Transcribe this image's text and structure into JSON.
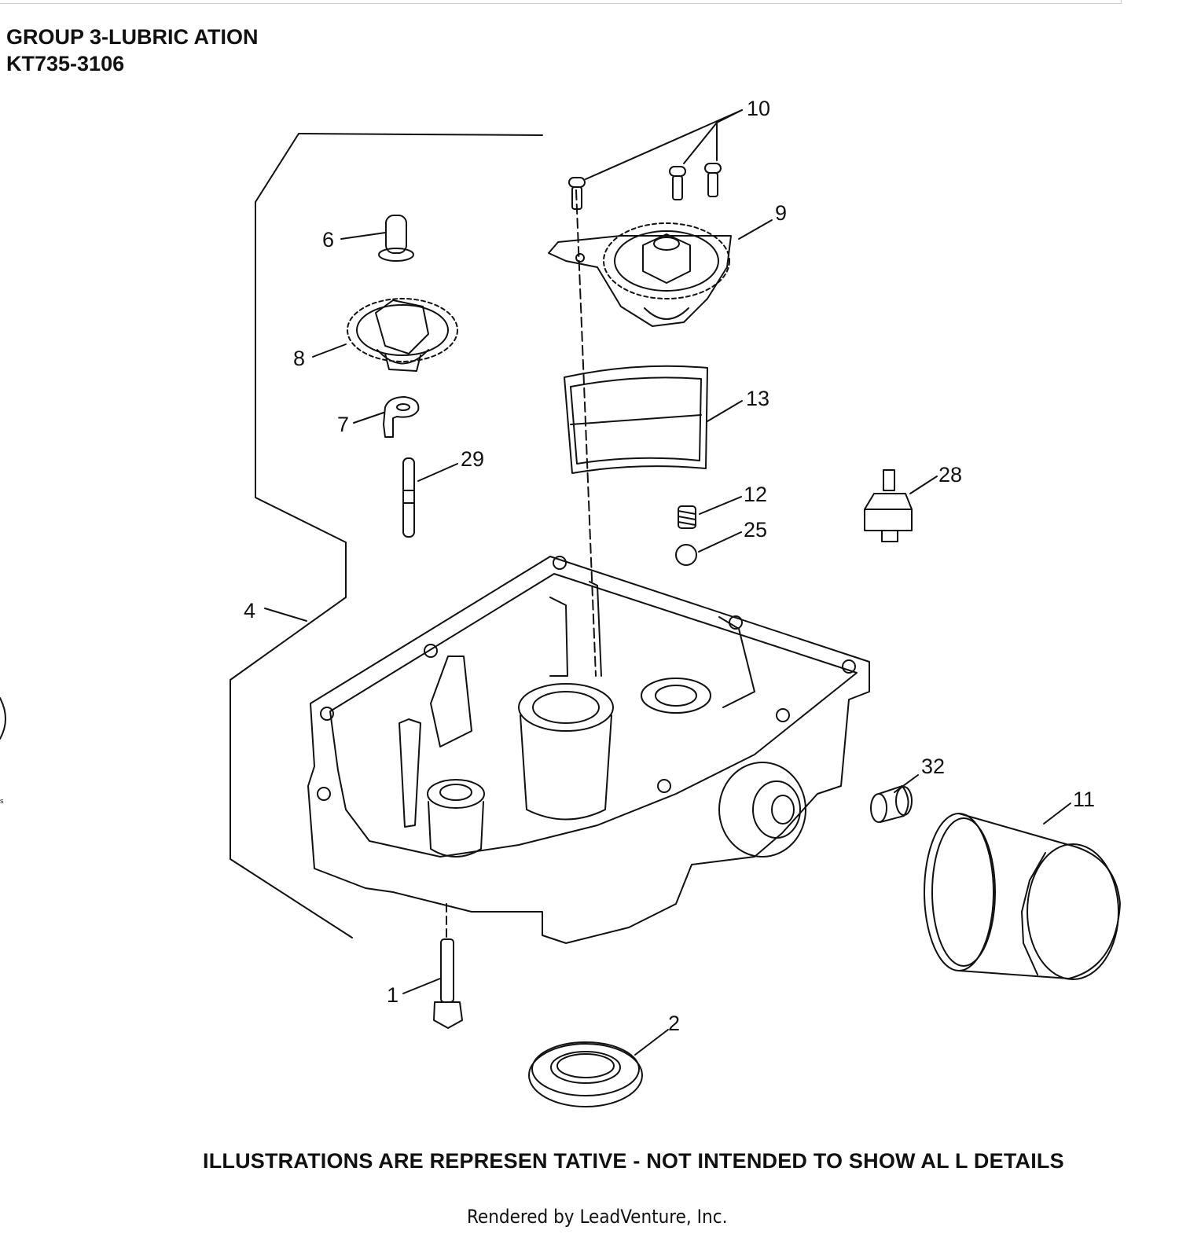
{
  "header": {
    "line1": "GROUP 3-LUBRIC ATION",
    "line2": "KT735-3106"
  },
  "callouts": [
    {
      "id": "10",
      "label": "10"
    },
    {
      "id": "9",
      "label": "9"
    },
    {
      "id": "6",
      "label": "6"
    },
    {
      "id": "8",
      "label": "8"
    },
    {
      "id": "13",
      "label": "13"
    },
    {
      "id": "7",
      "label": "7"
    },
    {
      "id": "29",
      "label": "29"
    },
    {
      "id": "28",
      "label": "28"
    },
    {
      "id": "12",
      "label": "12"
    },
    {
      "id": "25",
      "label": "25"
    },
    {
      "id": "4",
      "label": "4"
    },
    {
      "id": "32",
      "label": "32"
    },
    {
      "id": "11",
      "label": "11"
    },
    {
      "id": "1",
      "label": "1"
    },
    {
      "id": "2",
      "label": "2"
    }
  ],
  "footer": {
    "note": "ILLUSTRATIONS ARE REPRESEN TATIVE - NOT INTENDED  TO SHOW  AL L DETAILS",
    "credit": "Rendered by LeadVenture, Inc."
  },
  "edge_mark": "s"
}
